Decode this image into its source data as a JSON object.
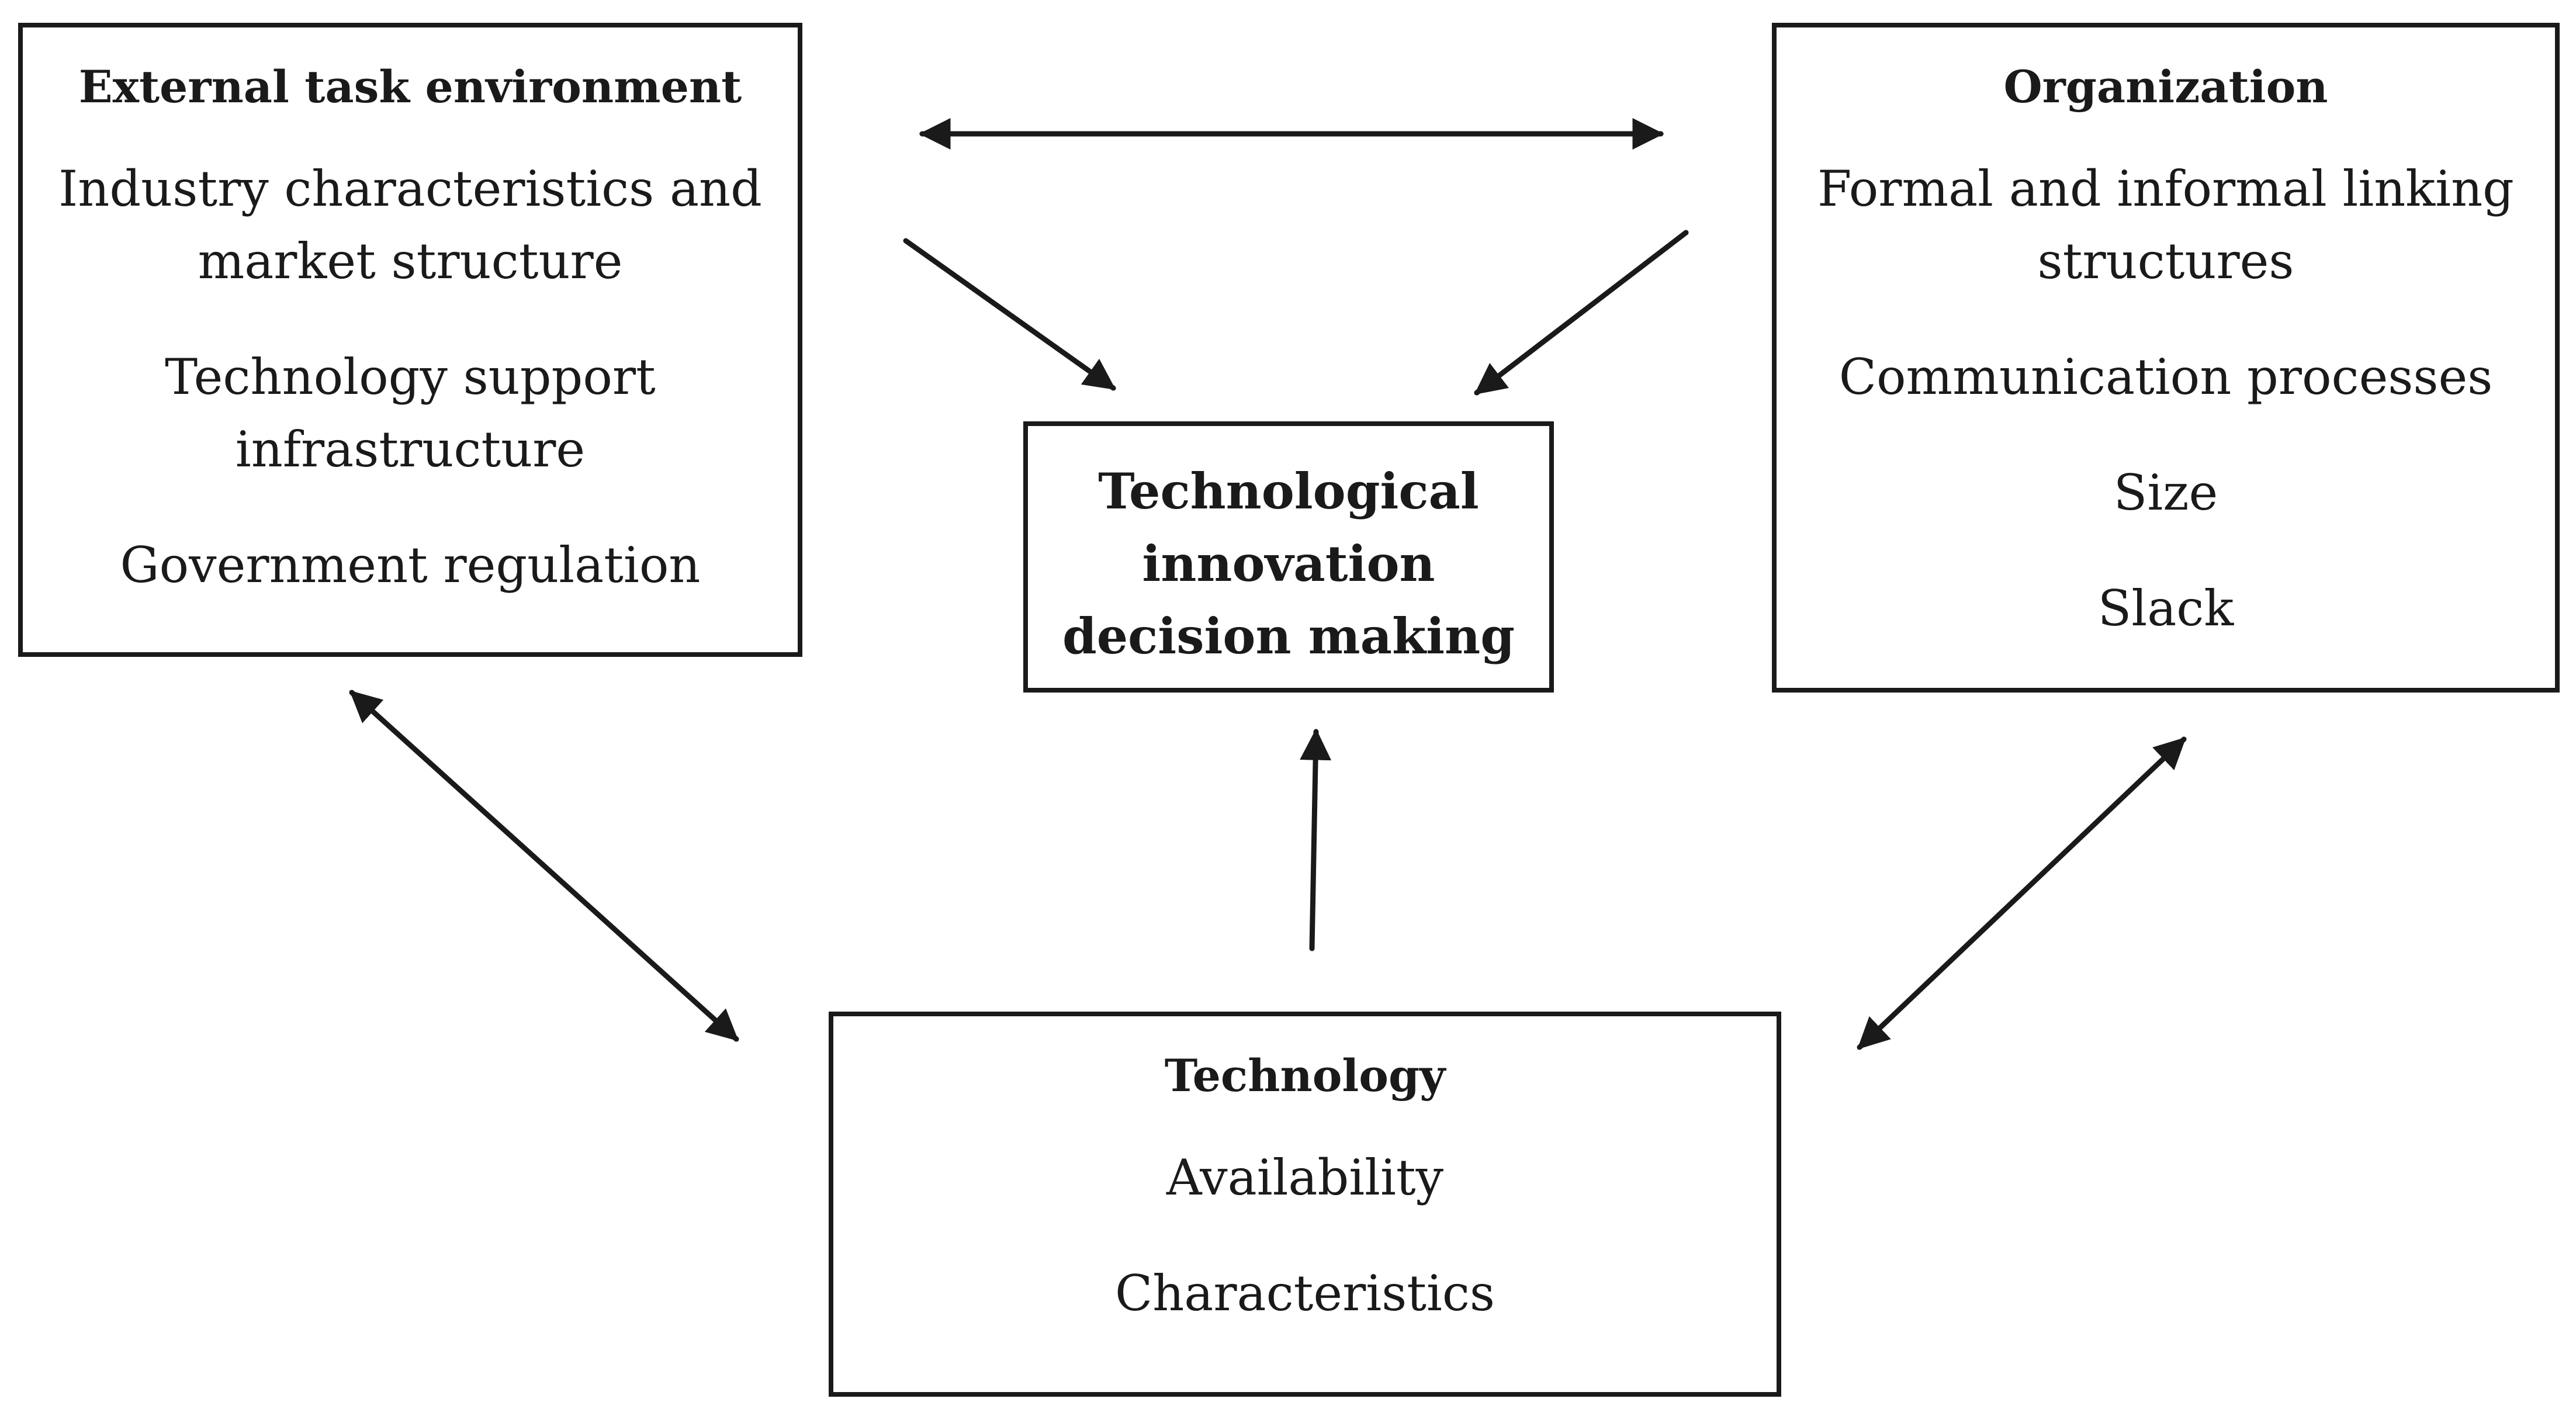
{
  "external_task_environment": {
    "title": "External task environment",
    "items": [
      "Industry characteristics and market structure",
      "Technology support infrastructure",
      "Government regulation"
    ]
  },
  "organization": {
    "title": "Organization",
    "items": [
      "Formal and informal linking structures",
      "Communication processes",
      "Size",
      "Slack"
    ]
  },
  "decision_making": {
    "title": "Technological innovation decision making"
  },
  "technology": {
    "title": "Technology",
    "items": [
      "Availability",
      "Characteristics"
    ]
  },
  "connections": [
    {
      "from": "external_task_environment",
      "to": "organization",
      "direction": "both"
    },
    {
      "from": "external_task_environment",
      "to": "decision_making",
      "direction": "forward"
    },
    {
      "from": "organization",
      "to": "decision_making",
      "direction": "forward"
    },
    {
      "from": "technology",
      "to": "decision_making",
      "direction": "forward"
    },
    {
      "from": "external_task_environment",
      "to": "technology",
      "direction": "both"
    },
    {
      "from": "organization",
      "to": "technology",
      "direction": "both"
    }
  ]
}
